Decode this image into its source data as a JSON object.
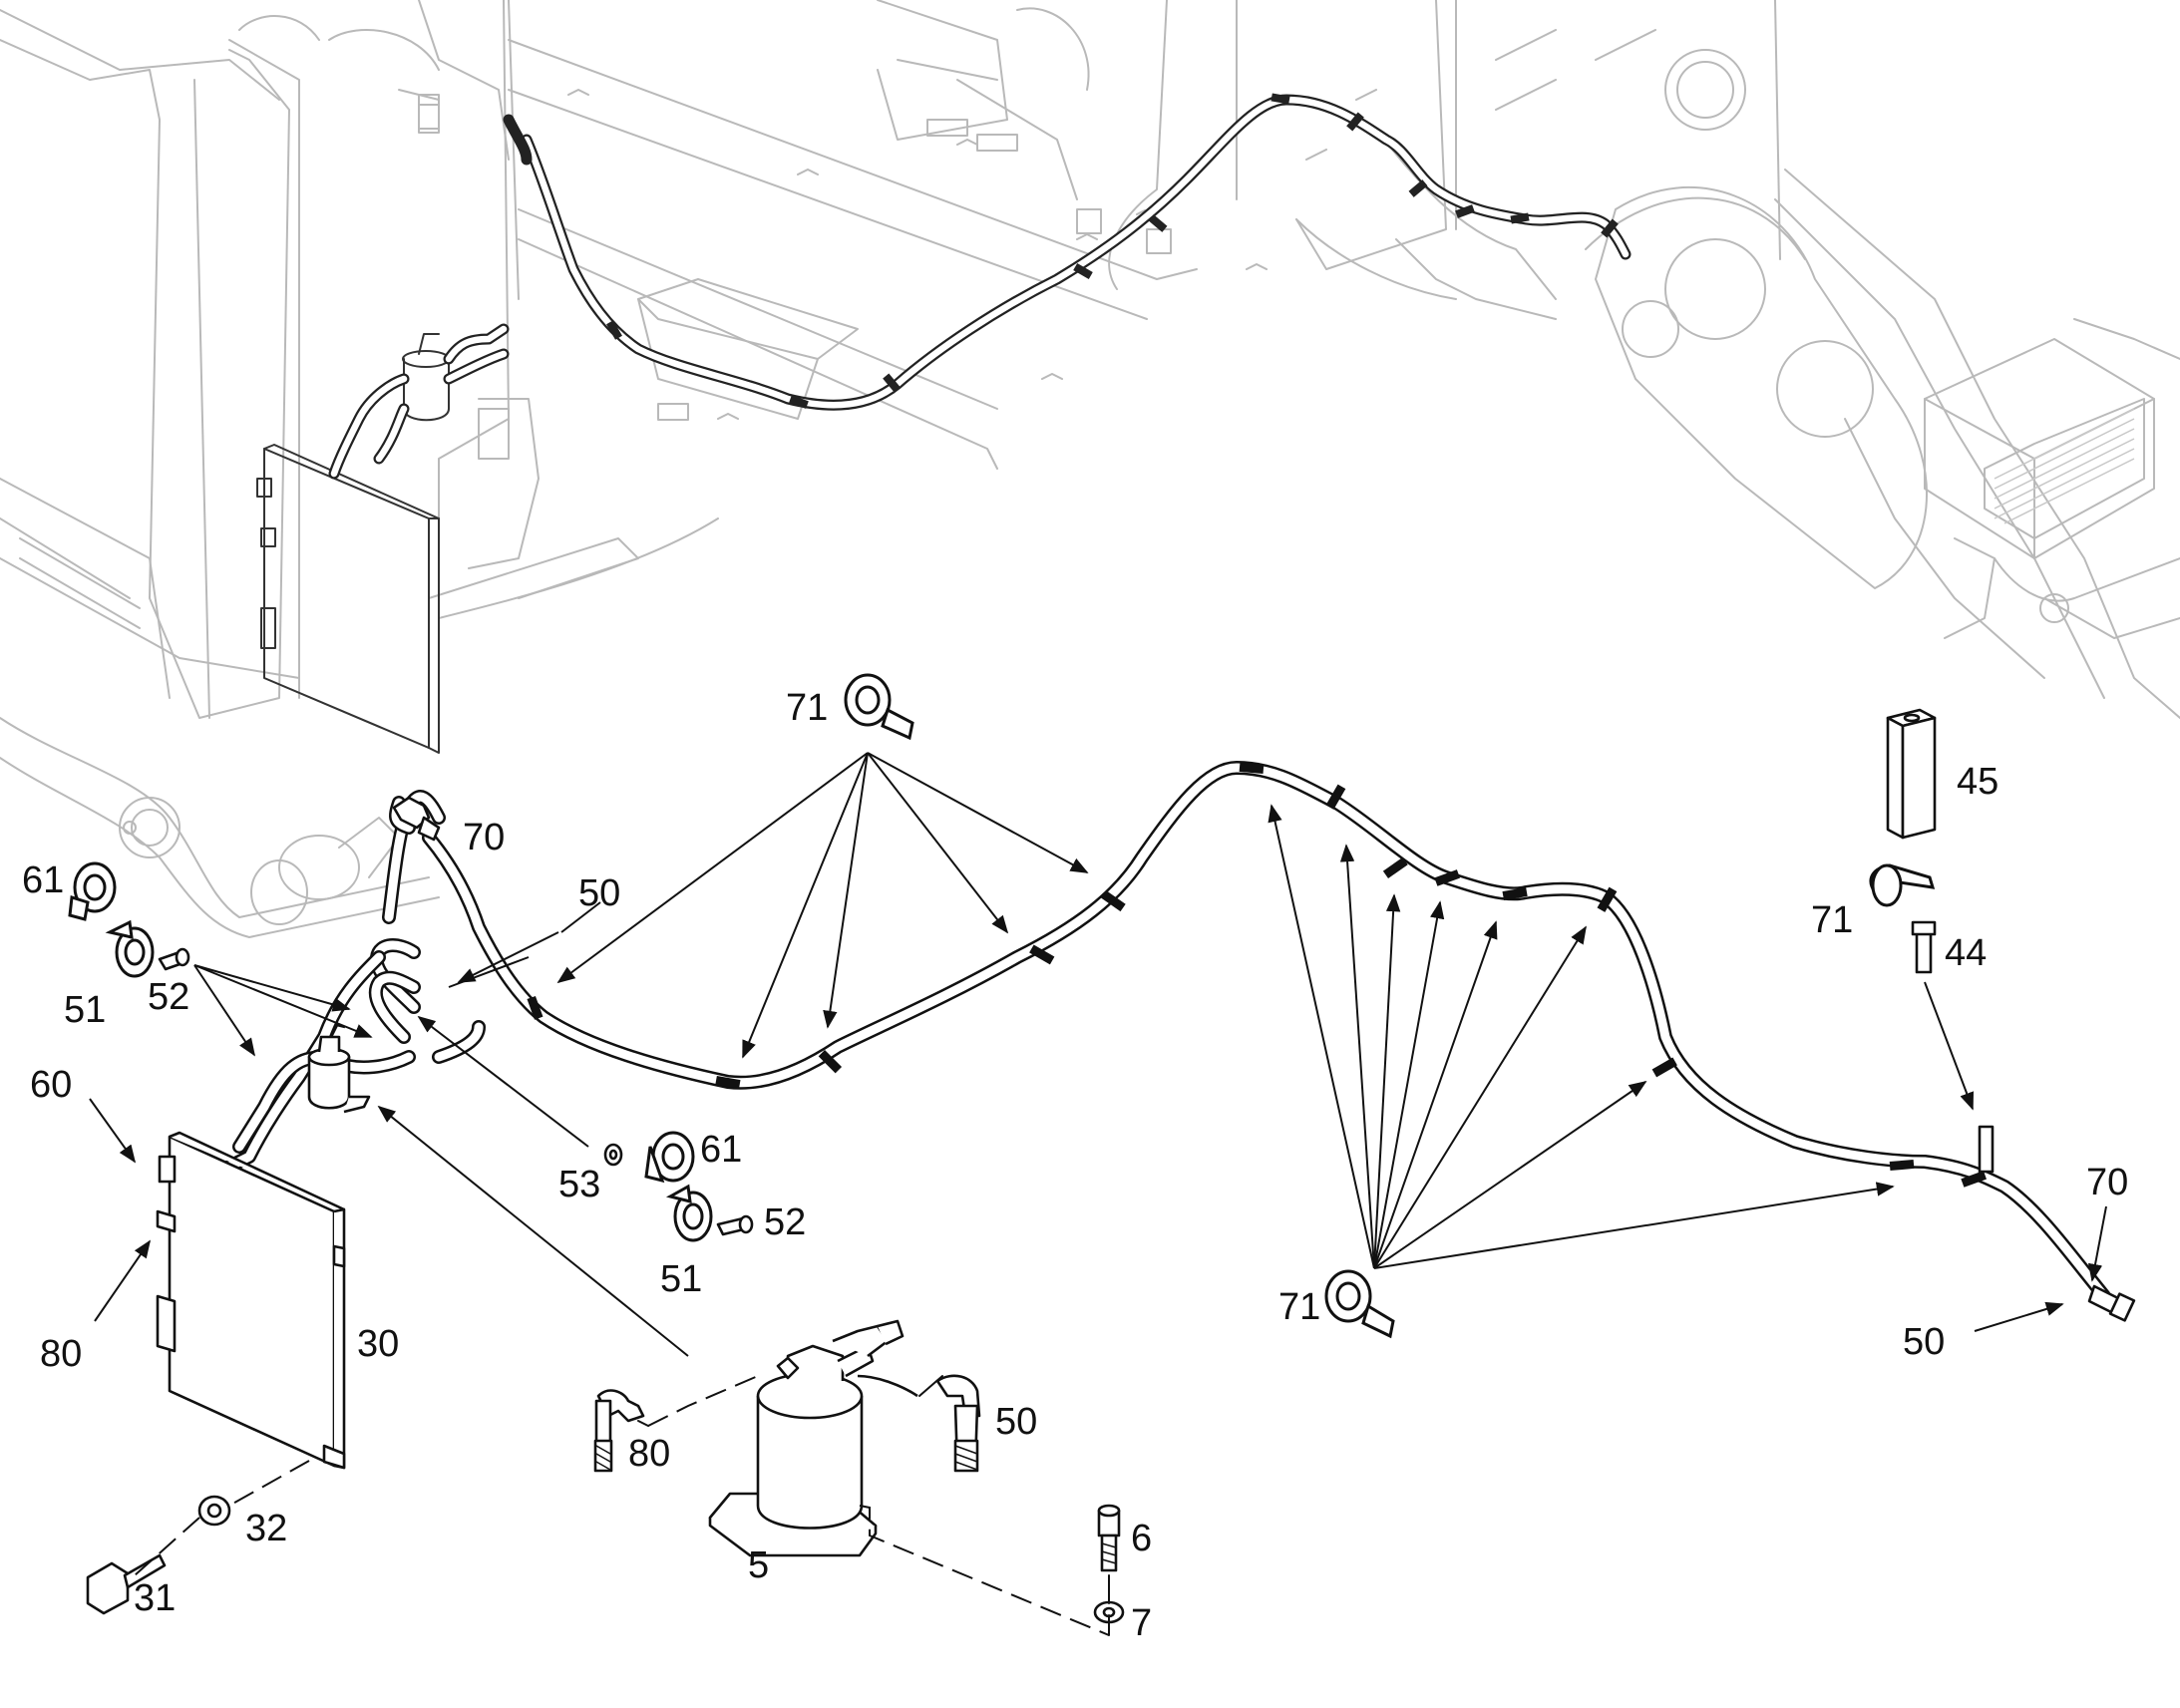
{
  "callouts": [
    {
      "id": "c71a",
      "text": "71"
    },
    {
      "id": "c45",
      "text": "45"
    },
    {
      "id": "c70a",
      "text": "70"
    },
    {
      "id": "c61a",
      "text": "61"
    },
    {
      "id": "c50a",
      "text": "50"
    },
    {
      "id": "c71b",
      "text": "71"
    },
    {
      "id": "c44",
      "text": "44"
    },
    {
      "id": "c51a",
      "text": "51"
    },
    {
      "id": "c52a",
      "text": "52"
    },
    {
      "id": "c60",
      "text": "60"
    },
    {
      "id": "c61b",
      "text": "61"
    },
    {
      "id": "c53",
      "text": "53"
    },
    {
      "id": "c52b",
      "text": "52"
    },
    {
      "id": "c51b",
      "text": "51"
    },
    {
      "id": "c70b",
      "text": "70"
    },
    {
      "id": "c71c",
      "text": "71"
    },
    {
      "id": "c50b",
      "text": "50"
    },
    {
      "id": "c80a",
      "text": "80"
    },
    {
      "id": "c30",
      "text": "30"
    },
    {
      "id": "c80b",
      "text": "80"
    },
    {
      "id": "c50c",
      "text": "50"
    },
    {
      "id": "c32",
      "text": "32"
    },
    {
      "id": "c6",
      "text": "6"
    },
    {
      "id": "c5",
      "text": "5"
    },
    {
      "id": "c31",
      "text": "31"
    },
    {
      "id": "c7",
      "text": "7"
    }
  ]
}
